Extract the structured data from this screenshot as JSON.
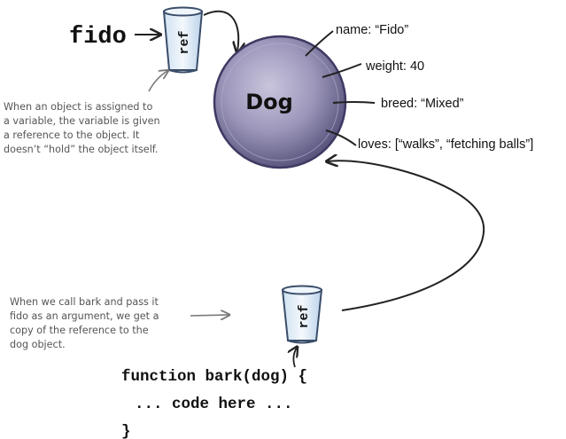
{
  "variable": {
    "name": "fido"
  },
  "cups": {
    "label": "ref"
  },
  "object": {
    "label": "Dog",
    "properties": [
      "name: “Fido”",
      "weight: 40",
      "breed: “Mixed”",
      "loves: [“walks”, “fetching balls”]"
    ]
  },
  "notes": {
    "assignment": [
      "When an object is assigned to",
      "a variable, the variable is given",
      "a reference to the object. It",
      "doesn’t “hold” the object itself."
    ],
    "call": [
      "When we call bark and pass it",
      "fido as an argument, we get a",
      "copy of the reference to the",
      "dog object."
    ]
  },
  "code": {
    "lines": [
      "function bark(dog) {",
      "... code here ...",
      "}"
    ]
  },
  "colors": {
    "object_fill": "#8f8aae",
    "object_edge": "#3e3a63",
    "cup_fill": "#e2eef8",
    "cup_edge": "#3a4d69"
  }
}
